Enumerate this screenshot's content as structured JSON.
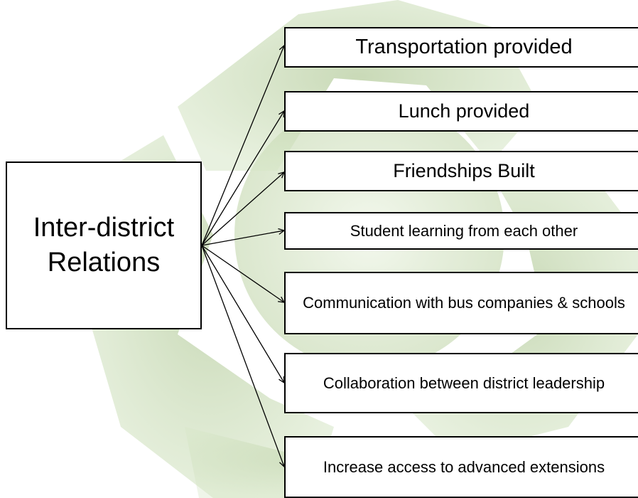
{
  "diagram": {
    "source": {
      "label": "Inter-district\nRelations"
    },
    "targets": [
      {
        "label": "Transportation provided"
      },
      {
        "label": "Lunch provided"
      },
      {
        "label": "Friendships Built"
      },
      {
        "label": "Student learning from each other"
      },
      {
        "label": "Communication with bus companies & schools"
      },
      {
        "label": "Collaboration between district leadership"
      },
      {
        "label": "Increase access to advanced extensions"
      }
    ]
  },
  "colors": {
    "watermark_green": "#c9dcb6",
    "watermark_dark": "#b7cd9f",
    "box_border": "#000000",
    "text": "#000000"
  },
  "icons": {
    "background": "recycle-watermark-icon"
  }
}
